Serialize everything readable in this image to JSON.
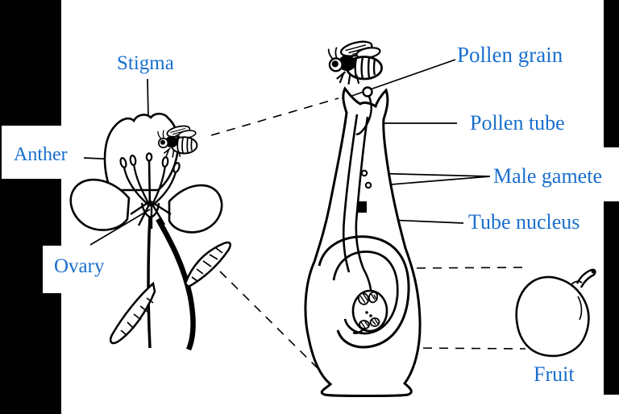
{
  "diagram": {
    "kind": "flower-fertilisation-figure",
    "label_color": "#1a6fce",
    "ink_color": "#000000",
    "labels": {
      "stigma": "Stigma",
      "anther": "Anther",
      "ovary": "Ovary",
      "pollen_grain": "Pollen grain",
      "pollen_tube": "Pollen tube",
      "male_gamete": "Male gamete",
      "tube_nucleus": "Tube nucleus",
      "fruit": "Fruit"
    }
  }
}
